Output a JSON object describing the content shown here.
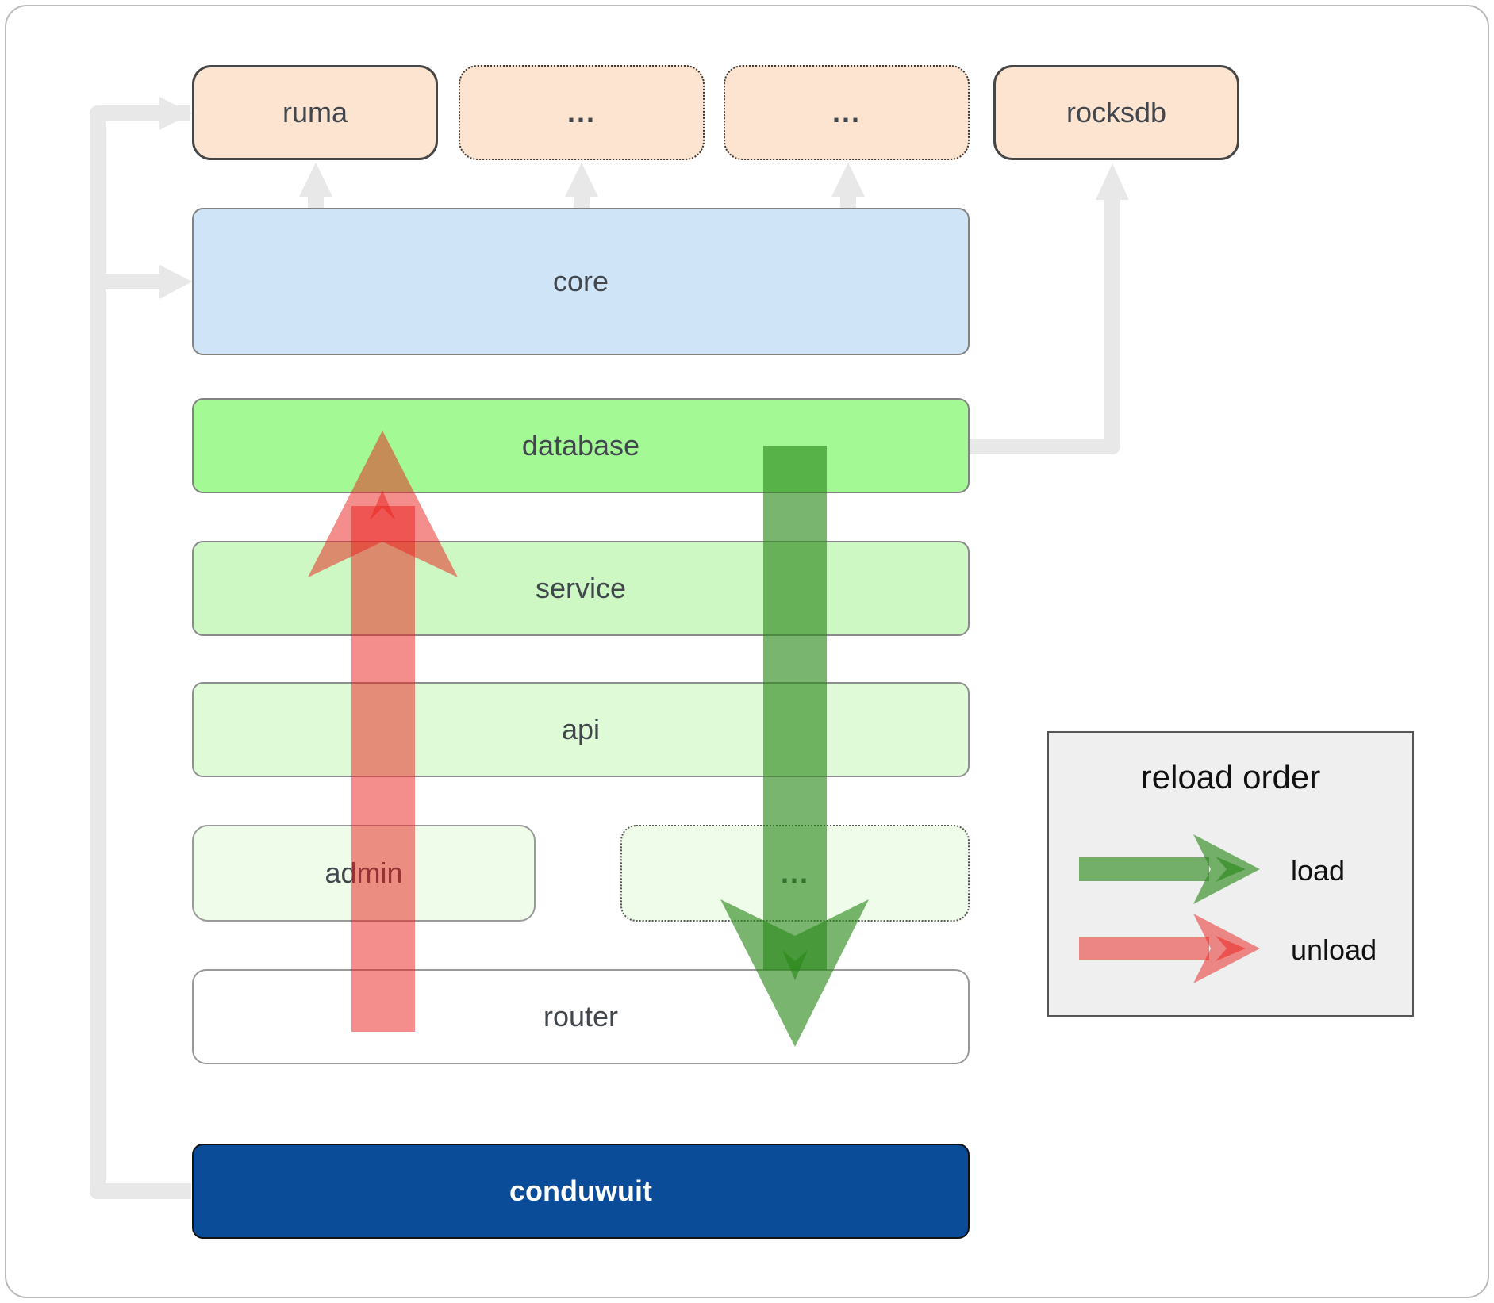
{
  "nodes": {
    "ruma": "ruma",
    "ellipsis_a": "...",
    "ellipsis_b": "...",
    "rocksdb": "rocksdb",
    "core": "core",
    "database": "database",
    "service": "service",
    "api": "api",
    "admin": "admin",
    "ellipsis_c": "...",
    "router": "router",
    "conduwuit": "conduwuit"
  },
  "legend": {
    "title": "reload order",
    "items": [
      {
        "label": "load",
        "color": "#288719"
      },
      {
        "label": "unload",
        "color": "#E91E19"
      }
    ]
  },
  "colors": {
    "peach": "#FCE4D1",
    "core_blue": "#D0E4F8",
    "db_green": "#A3FA94",
    "service_green": "#CDF7C3",
    "api_green": "#DEFAD6",
    "admin_green": "#EFFCEA",
    "conduwuit_blue": "#0A4C98",
    "connector": "#E8E8E8",
    "label": "#42474D",
    "legend_bg": "#EFEFEF",
    "load_green": "#288719",
    "unload_red": "#E91E19"
  }
}
